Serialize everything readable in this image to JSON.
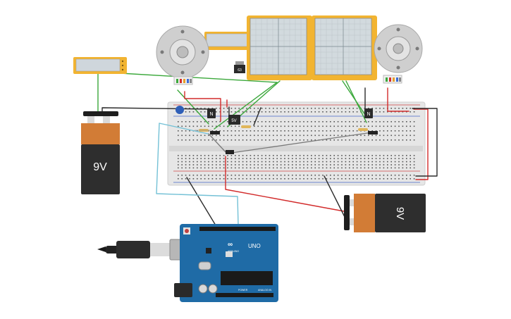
{
  "battery_left": {
    "label": "9V"
  },
  "battery_right": {
    "label": "9V"
  },
  "regulator": {
    "label": "5V"
  },
  "transistor_left": {
    "label": "N"
  },
  "transistor_right": {
    "label": "N"
  },
  "small_regulator": {
    "label": "63"
  },
  "arduino": {
    "model": "UNO",
    "brand": "ARDUINO",
    "power_header": "POWER",
    "analog_header": "ANALOG IN"
  },
  "colors": {
    "board": "#1f6ba6",
    "breadboard": "#e6e6e6",
    "wire_red": "#d22b2b",
    "wire_green": "#3ba83b",
    "wire_black": "#2b2b2b",
    "wire_cyan": "#74c1d6",
    "wire_gray": "#7a7a7a",
    "oscilloscope": "#f2b431",
    "battery_top": "#d27c36",
    "battery_body": "#2e2e2e"
  }
}
